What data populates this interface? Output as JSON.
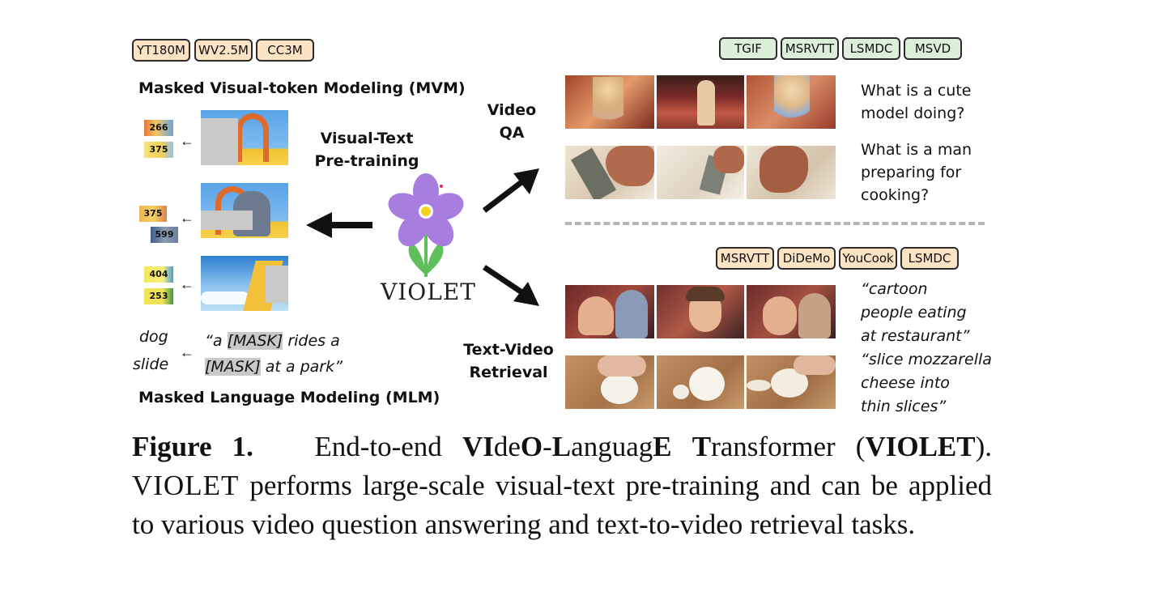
{
  "pretrain_datasets": [
    "YT180M",
    "WV2.5M",
    "CC3M"
  ],
  "mvm_title": "Masked Visual-token Modeling (MVM)",
  "mvm_tokens": [
    [
      "266",
      "375"
    ],
    [
      "375",
      "599"
    ],
    [
      "404",
      "253"
    ]
  ],
  "pretraining_label": [
    "Visual-Text",
    "Pre-training"
  ],
  "logo_text": "VIOLET",
  "mlm_words": [
    "dog",
    "slide"
  ],
  "mlm_sentence": {
    "line1_pre": "“a ",
    "mask1": "[MASK]",
    "line1_post": " rides a",
    "mask2": "[MASK]",
    "line2_post": " at a park”"
  },
  "mlm_title": "Masked Language Modeling (MLM)",
  "videoqa_label": [
    "Video",
    "QA"
  ],
  "retrieval_label": [
    "Text-Video",
    "Retrieval"
  ],
  "qa_datasets": [
    "TGIF",
    "MSRVTT",
    "LSMDC",
    "MSVD"
  ],
  "qa_questions": [
    [
      "What is a cute",
      "model doing?"
    ],
    [
      "What is a man",
      "preparing for",
      "cooking?"
    ]
  ],
  "retrieval_datasets": [
    "MSRVTT",
    "DiDeMo",
    "YouCook",
    "LSMDC"
  ],
  "retrieval_captions": [
    [
      "“cartoon",
      "people eating",
      "at restaurant”"
    ],
    [
      "“slice mozzarella",
      "cheese into",
      "thin slices”"
    ]
  ],
  "caption": {
    "fig_label": "Figure 1.",
    "t1": " End-to-end ",
    "b1": "VI",
    "t2": "de",
    "b2": "O",
    "t3": "-",
    "b3": "L",
    "t4": "anguag",
    "b4": "E",
    "t5": " ",
    "b5": "T",
    "t6": "ransformer (",
    "b6": "VIOLET",
    "t7": "). ",
    "logo": "VIOLET",
    "t8": " performs large-scale visual-text pre-training and can be applied to various video question answering and text-to-video retrieval tasks."
  },
  "colors": {
    "peach_tag": "#fbe3c4",
    "green_tag": "#dcefd9",
    "petal": "#a77ee0",
    "flower_center": "#f5d21f",
    "stem": "#5fbf5a",
    "mask_gray": "#c9c9c9"
  }
}
